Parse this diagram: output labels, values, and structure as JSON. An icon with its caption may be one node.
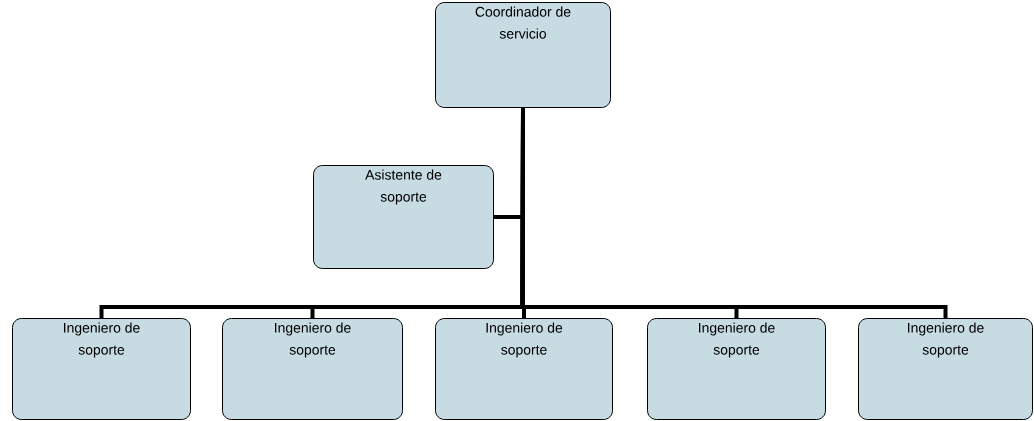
{
  "diagram": {
    "nodes": [
      {
        "text": [
          "Coordinador de servicio"
        ]
      },
      {
        "text": [
          "Asistente de soporte"
        ]
      },
      {
        "text": [
          "Ingeniero de soporte"
        ]
      },
      {
        "text": [
          "Ingeniero de soporte"
        ]
      },
      {
        "text": [
          "Ingeniero de soporte"
        ]
      },
      {
        "text": [
          "Ingeniero de soporte"
        ]
      },
      {
        "text": [
          "Ingeniero de soporte"
        ]
      }
    ],
    "edges": [
      {
        "from": 0,
        "to": 1,
        "arrow": "none"
      },
      {
        "from": 0,
        "to": 2,
        "arrow": "none"
      },
      {
        "from": 0,
        "to": 3,
        "arrow": "none"
      },
      {
        "from": 0,
        "to": 4,
        "arrow": "none"
      },
      {
        "from": 0,
        "to": 5,
        "arrow": "none"
      },
      {
        "from": 0,
        "to": 6,
        "arrow": "none"
      }
    ]
  }
}
